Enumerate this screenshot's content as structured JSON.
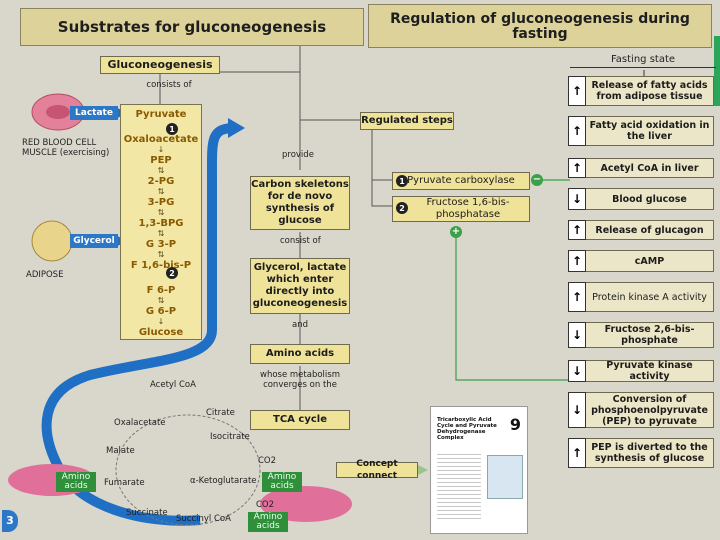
{
  "titles": {
    "left": "Substrates for gluconeogenesis",
    "right": "Regulation of gluconeogenesis during fasting"
  },
  "center": {
    "gluconeogenesis": "Gluconeogenesis",
    "consists_of": "consists of",
    "regulated_steps": "Regulated steps",
    "provide": "provide",
    "carbon_skeletons": "Carbon skeletons for de novo synthesis of glucose",
    "consist_of": "consist of",
    "glycerol_lactate": "Glycerol, lactate which enter directly into gluconeogenesis",
    "and": "and",
    "amino_acids": "Amino acids",
    "whose": "whose metabolism converges on the",
    "tca": "TCA cycle",
    "concept": "Concept connect"
  },
  "pathway": [
    "Pyruvate",
    "Oxaloacetate",
    "PEP",
    "2-PG",
    "3-PG",
    "1,3-BPG",
    "G 3-P",
    "F 1,6-bis-P",
    "F 6-P",
    "G 6-P",
    "Glucose"
  ],
  "steps": {
    "one": "1",
    "two": "2",
    "pc": "Pyruvate carboxylase",
    "fbp": "Fructose 1,6-bis-phosphatase",
    "minus": "−",
    "plus": "+"
  },
  "sources": {
    "lactate": "Lactate",
    "rbc": "RED BLOOD CELL MUSCLE (exercising)",
    "glycerol": "Glycerol",
    "adipose": "ADIPOSE",
    "amino_acids": "Amino acids"
  },
  "tca_cycle": [
    "Acetyl CoA",
    "Citrate",
    "Isocitrate",
    "CO2",
    "α-Ketoglutarate",
    "CO2",
    "Succinyl CoA",
    "Succinate",
    "Fumarate",
    "Malate",
    "Oxalacetate"
  ],
  "fasting": {
    "header": "Fasting state",
    "items": [
      {
        "dir": "up",
        "text": "Release of fatty acids from adipose tissue"
      },
      {
        "dir": "up",
        "text": "Fatty acid oxidation in the liver"
      },
      {
        "dir": "up",
        "text": "Acetyl CoA in liver"
      },
      {
        "dir": "down",
        "text": "Blood glucose"
      },
      {
        "dir": "up",
        "text": "Release of glucagon"
      },
      {
        "dir": "up",
        "text": "cAMP"
      },
      {
        "dir": "up",
        "text": "Protein kinase A activity"
      },
      {
        "dir": "down",
        "text": "Fructose 2,6-bis-phosphate"
      },
      {
        "dir": "down",
        "text": "Pyruvate kinase activity"
      },
      {
        "dir": "down",
        "text": "Conversion of phosphoenolpyruvate (PEP) to pyruvate"
      },
      {
        "dir": "up",
        "text": "PEP is diverted to the synthesis of glucose"
      }
    ]
  },
  "book": {
    "title": "Tricarboxylic Acid Cycle and Pyruvate Dehydrogenase Complex",
    "chapter": "9"
  },
  "page_number": "3",
  "colors": {
    "background": "#d9d7cc",
    "box_fill": "#efe39a",
    "blue_arrow": "#1f6fc4",
    "green_line": "#3aa04a",
    "pink": "#e0709a"
  }
}
